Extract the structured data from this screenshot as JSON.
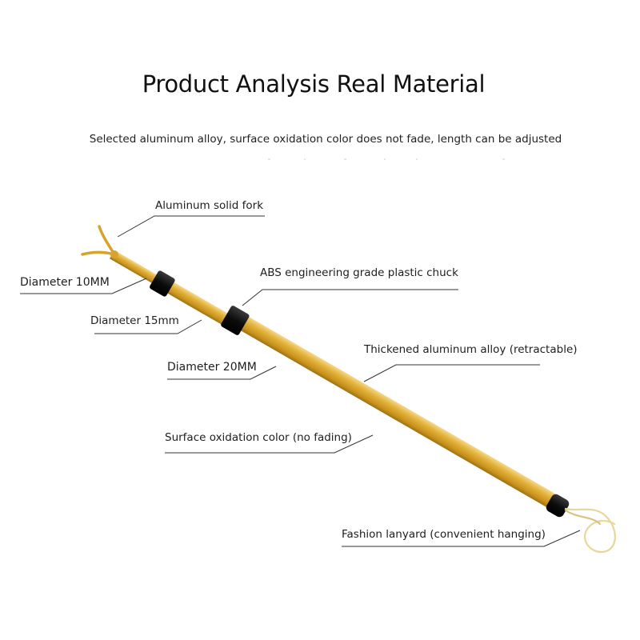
{
  "header": {
    "title": "Product Analysis Real Material",
    "subtitle": "Selected aluminum alloy, surface oxidation color does not fade, length can be adjusted"
  },
  "callouts": {
    "fork": "Aluminum solid fork",
    "diameter_10": "Diameter 10MM",
    "chuck": "ABS engineering grade plastic chuck",
    "diameter_15": "Diameter 15mm",
    "tube": "Thickened aluminum alloy (retractable)",
    "diameter_20": "Diameter 20MM",
    "surface": "Surface oxidation color (no fading)",
    "lanyard": "Fashion lanyard (convenient hanging)"
  },
  "colors": {
    "gold": "#d9a72a",
    "gold_highlight": "#f3d27a",
    "gold_shadow": "#a97914",
    "cap": "#111111",
    "leader_line": "#333333"
  }
}
